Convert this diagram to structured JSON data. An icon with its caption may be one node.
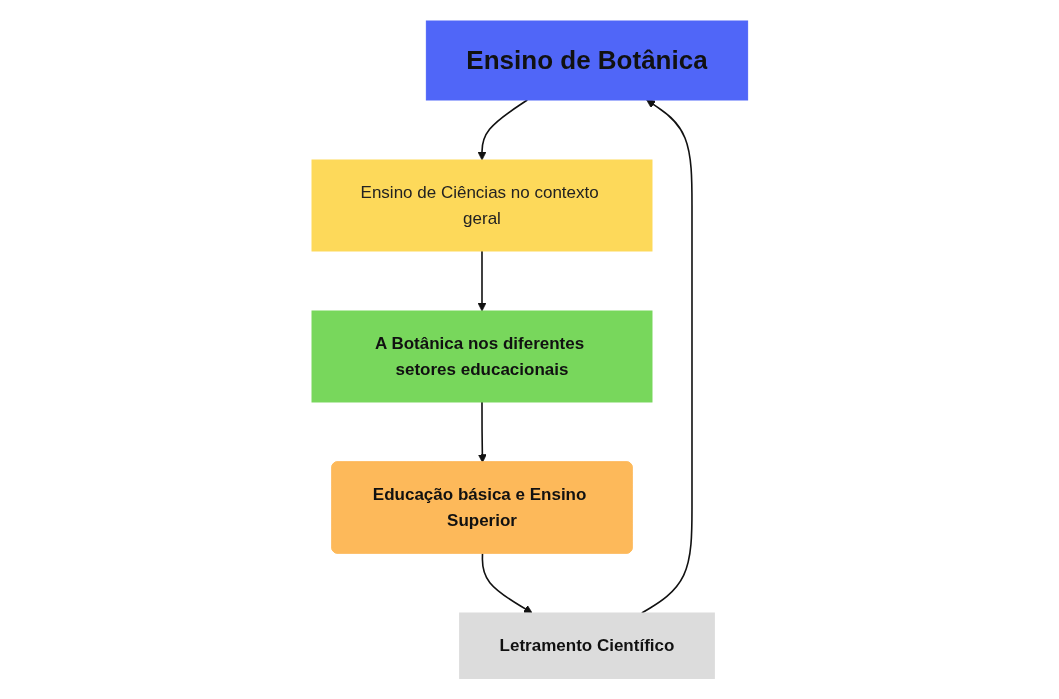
{
  "diagram": {
    "nodes": [
      {
        "text": [
          "Ensino de Botânica"
        ]
      },
      {
        "text": [
          "Ensino de Ciências no contexto geral"
        ]
      },
      {
        "text": [
          "A Botânica nos diferentes setores educacionais"
        ]
      },
      {
        "text": [
          "Educação básica e Ensino Superior"
        ]
      },
      {
        "text": [
          "Letramento Científico"
        ]
      }
    ],
    "edges": [
      {
        "from": 0,
        "to": 1,
        "arrow": "to"
      },
      {
        "from": 1,
        "to": 2,
        "arrow": "to"
      },
      {
        "from": 2,
        "to": 3,
        "arrow": "to"
      },
      {
        "from": 3,
        "to": 4,
        "arrow": "to"
      },
      {
        "from": 4,
        "to": 0,
        "arrow": "to"
      }
    ]
  }
}
